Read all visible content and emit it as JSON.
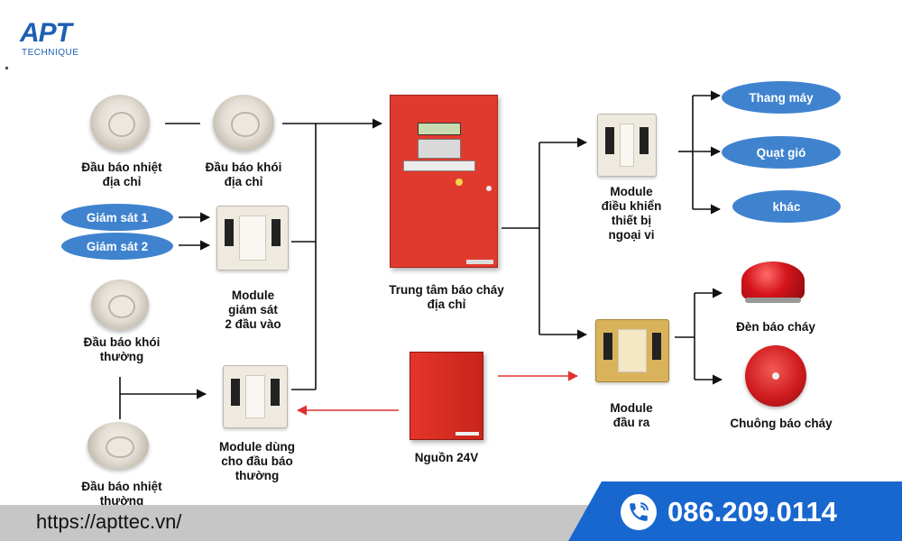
{
  "brand": {
    "name": "APT",
    "tagline": "TECHNIQUE"
  },
  "colors": {
    "brand_blue": "#1767cf",
    "oval_blue": "#3f83cf",
    "panel_red": "#e03a2f",
    "arrow_red": "#e03030"
  },
  "labels": {
    "heat_addr": [
      "Đầu báo nhiệt",
      "địa chỉ"
    ],
    "smoke_addr": [
      "Đầu báo khói",
      "địa chỉ"
    ],
    "supervise_1": "Giám sát 1",
    "supervise_2": "Giám sát 2",
    "monitor_module": [
      "Module",
      "giám sát",
      "2 đầu vào"
    ],
    "smoke_conv": [
      "Đầu báo khói",
      "thường"
    ],
    "heat_conv": [
      "Đầu báo nhiệt",
      "thường"
    ],
    "conv_module": [
      "Module dùng",
      "cho đầu báo",
      "thường"
    ],
    "panel": [
      "Trung tâm báo cháy",
      "địa chỉ"
    ],
    "power": "Nguồn 24V",
    "control_module": [
      "Module",
      "điều khiển",
      "thiết bị",
      "ngoại vi"
    ],
    "output_module": [
      "Module",
      "đầu ra"
    ],
    "elevator": "Thang máy",
    "fan": "Quạt gió",
    "other": "khác",
    "strobe": "Đèn báo cháy",
    "bell": "Chuông báo cháy"
  },
  "footer": {
    "url": "https://apttec.vn/",
    "phone": "086.209.0114"
  },
  "icons": {
    "phone": "phone-ring-icon"
  }
}
